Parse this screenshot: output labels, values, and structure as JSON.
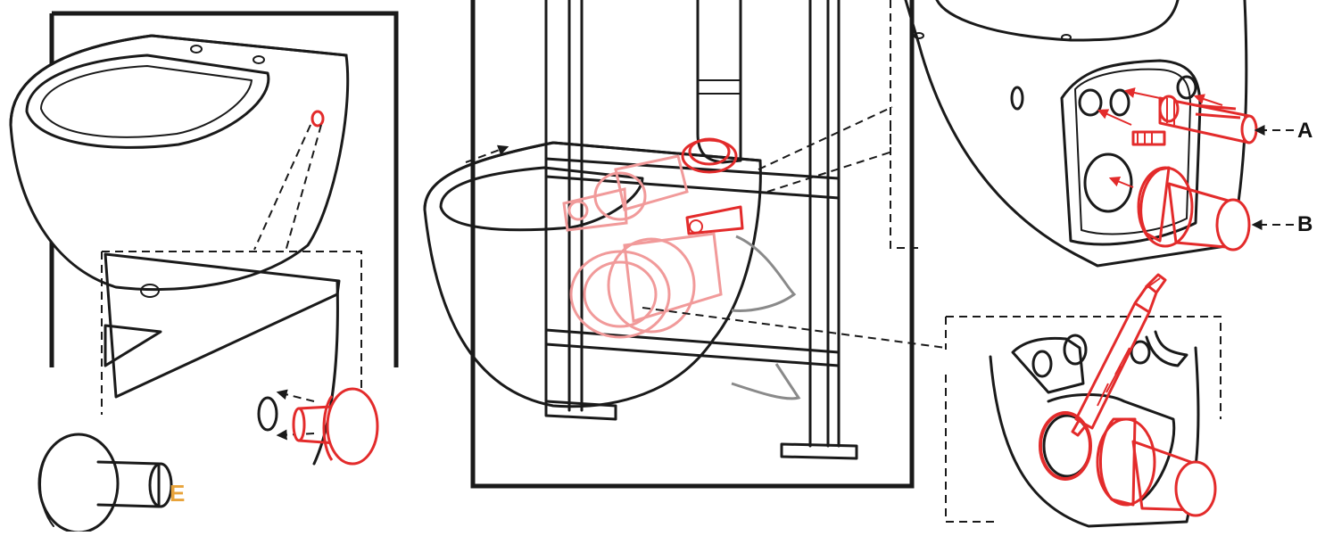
{
  "labels": {
    "callout_a": "A",
    "callout_b": "B",
    "part_e": "E"
  },
  "colors": {
    "line": "#1a1a1a",
    "highlight": "#e32b2b",
    "highlight_faint": "#f19a9a",
    "label_e": "#e8a33a"
  },
  "panels": {
    "left": "toilet-hole-cover-detail",
    "center": "wall-frame-installation",
    "top_right": "connector-insertion-detail",
    "bottom_right": "sealant-application-detail"
  }
}
